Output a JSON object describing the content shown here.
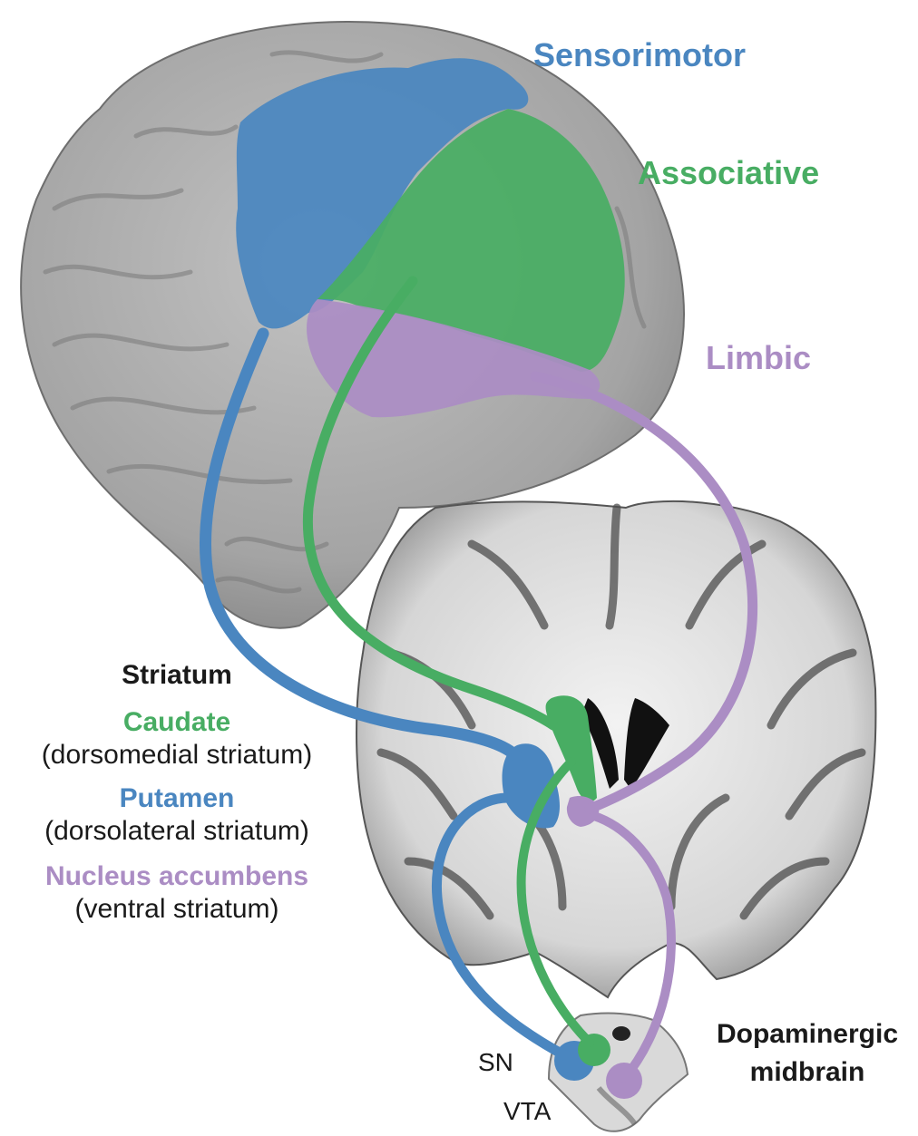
{
  "colors": {
    "sensorimotor": "#4a86c0",
    "associative": "#48ad63",
    "limbic": "#ab8dc4",
    "dark_text": "#1a1a1a",
    "brain_gray": "#a9a9a9",
    "white_matter": "#eeeeee"
  },
  "cortex_labels": {
    "sensorimotor": "Sensorimotor",
    "associative": "Associative",
    "limbic": "Limbic"
  },
  "striatum": {
    "heading": "Striatum",
    "caudate": "Caudate",
    "caudate_sub": "(dorsomedial striatum)",
    "putamen": "Putamen",
    "putamen_sub": "(dorsolateral striatum)",
    "accumbens": "Nucleus accumbens",
    "accumbens_sub": "(ventral striatum)"
  },
  "midbrain": {
    "title_line1": "Dopaminergic",
    "title_line2": "midbrain",
    "sn": "SN",
    "vta": "VTA"
  }
}
